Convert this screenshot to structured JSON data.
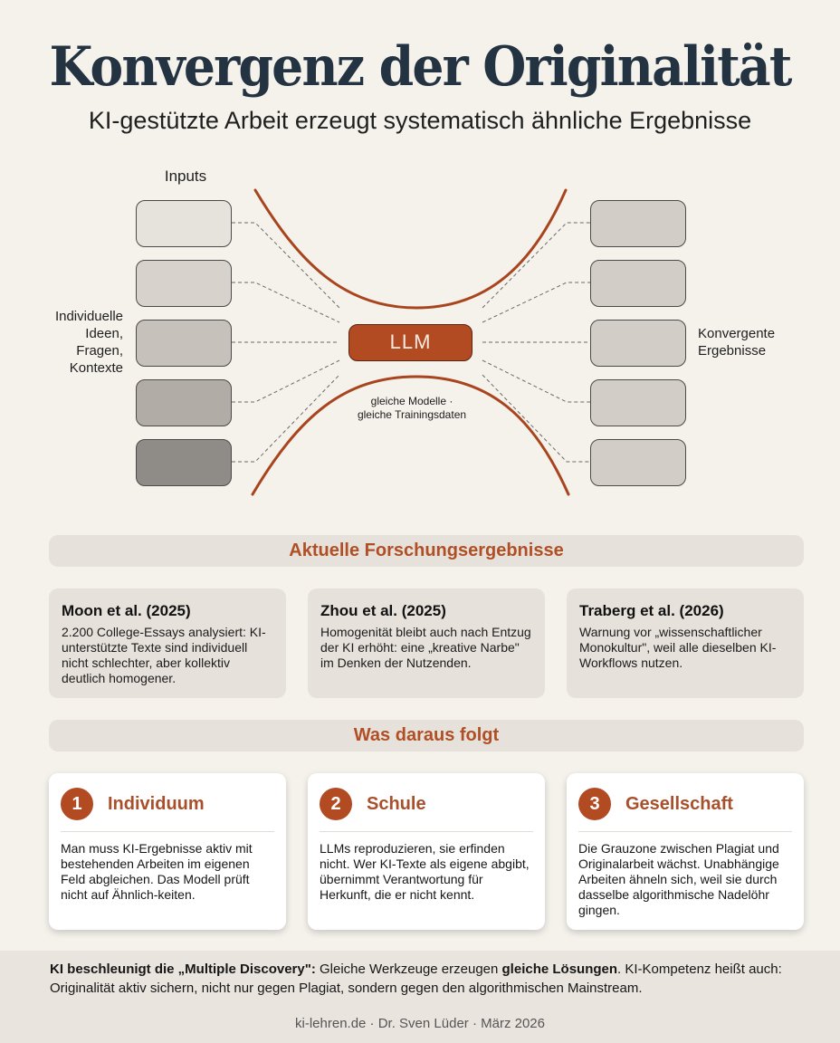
{
  "header": {
    "title": "Konvergenz der Originalität",
    "subtitle": "KI-gestützte Arbeit erzeugt systematisch ähnliche Ergebnisse"
  },
  "diagram": {
    "inputs_label": "Inputs",
    "left_caption": [
      "Individuelle",
      "Ideen,",
      "Fragen,",
      "Kontexte"
    ],
    "right_caption": [
      "Konvergente",
      "Ergebnisse"
    ],
    "center_label": "LLM",
    "center_caption": [
      "gleiche Modelle ·",
      "gleiche Trainingsdaten"
    ],
    "input_box_colors": [
      "#e6e2dc",
      "#d7d2cb",
      "#c6c1ba",
      "#b1aca6",
      "#8f8b87"
    ],
    "output_box_color": "#d2cdc6",
    "accent_color": "#b24a22",
    "curve_color": "#a8441e"
  },
  "research": {
    "heading": "Aktuelle Forschungsergebnisse",
    "cards": [
      {
        "title": "Moon et al. (2025)",
        "text": "2.200 College-Essays analysiert: KI-unterstützte Texte sind individuell nicht schlechter, aber kollektiv deutlich homogener."
      },
      {
        "title": "Zhou et al. (2025)",
        "text": "Homogenität bleibt auch nach Entzug der KI erhöht: eine „kreative Narbe\" im Denken der Nutzenden."
      },
      {
        "title": "Traberg et al. (2026)",
        "text": "Warnung vor „wissenschaftlicher Monokultur\", weil alle dieselben KI-Workflows nutzen."
      }
    ]
  },
  "consequences": {
    "heading": "Was daraus folgt",
    "cards": [
      {
        "number": "1",
        "title": "Individuum",
        "text": "Man muss KI-Ergebnisse aktiv mit bestehenden Arbeiten im eigenen Feld abgleichen. Das Modell prüft nicht auf Ähnlich-keiten."
      },
      {
        "number": "2",
        "title": "Schule",
        "text": "LLMs reproduzieren, sie erfinden nicht. Wer KI-Texte als eigene abgibt, übernimmt Verantwortung für Herkunft, die er nicht kennt."
      },
      {
        "number": "3",
        "title": "Gesellschaft",
        "text": "Die Grauzone zwischen Plagiat und Originalarbeit wächst. Unabhängige Arbeiten ähneln sich, weil sie durch dasselbe algorithmische Nadelöhr gingen."
      }
    ]
  },
  "summary": {
    "bold_lead": "KI beschleunigt die „Multiple Discovery\":",
    "text_1": " Gleiche Werkzeuge erzeugen ",
    "bold_mid": "gleiche Lösungen",
    "text_2": ". KI-Kompetenz heißt auch: Originalität aktiv sichern, nicht nur gegen Plagiat, sondern gegen den algorithmischen Mainstream."
  },
  "footer": {
    "credit": "ki-lehren.de · Dr. Sven Lüder · März 2026"
  }
}
